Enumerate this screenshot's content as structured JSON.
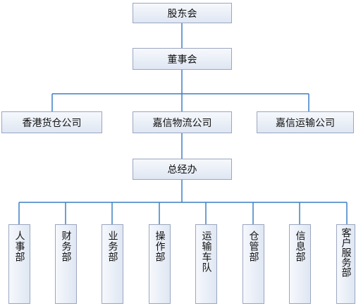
{
  "org": {
    "shareholders": "股东会",
    "board": "董事会",
    "subsidiaries": [
      "香港货仓公司",
      "嘉信物流公司",
      "嘉信运输公司"
    ],
    "general_office": "总经办",
    "departments": [
      "人事部",
      "财务部",
      "业务部",
      "操作部",
      "运输车队",
      "仓管部",
      "信息部",
      "客户服务部"
    ]
  },
  "colors": {
    "line": "#3d7fc2",
    "box_border": "#9aa6c0",
    "box_fill_top": "#f6f8fc",
    "box_fill_bottom": "#dfe7f3"
  }
}
